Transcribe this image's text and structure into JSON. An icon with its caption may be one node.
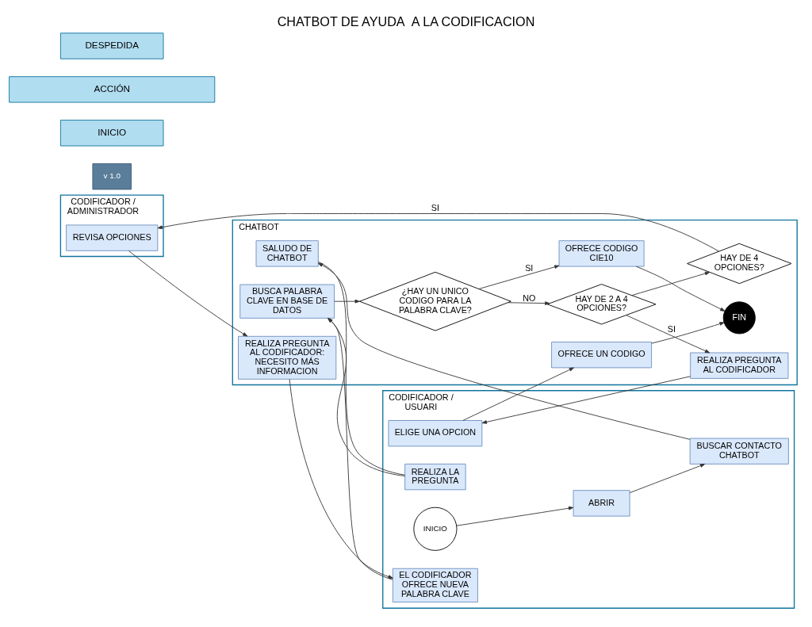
{
  "diagram": {
    "title": "CHATBOT DE AYUDA  A LA CODIFICACION",
    "nodes": [
      {
        "text": [
          "CODIFICADOR / USUARI"
        ]
      },
      {
        "text": [
          "INICIO"
        ],
        "in": 0
      },
      {
        "text": [
          "ABRIR"
        ],
        "in": 0
      },
      {
        "text": [
          "BUSCAR CONTACTO CHATBOT"
        ],
        "in": 0
      },
      {
        "text": [
          "REALIZA LA PREGUNTA"
        ],
        "in": 0
      },
      {
        "text": [
          "ELIGE UNA OPCION"
        ],
        "in": 0
      },
      {
        "text": [
          "EL CODIFICADOR OFRECE NUEVA PALABRA CLAVE"
        ],
        "in": 0
      },
      {
        "text": [
          "CHATBOT"
        ]
      },
      {
        "text": [
          "SALUDO DE CHATBOT"
        ],
        "in": 7
      },
      {
        "text": [
          "BUSCA PALABRA CLAVE EN BASE DE DATOS"
        ],
        "in": 7
      },
      {
        "text": [
          "OFRECE CODIGO CIE10"
        ],
        "in": 7
      },
      {
        "text": [
          "FIN"
        ],
        "in": 7
      },
      {
        "text": [
          "¿HAY UN UNICO CODIGO PARA LA PALABRA CLAVE?"
        ],
        "in": 7
      },
      {
        "text": [
          "REALIZA PREGUNTA AL CODIFICADOR"
        ],
        "in": 7
      },
      {
        "text": [
          "OFRECE UN CODIGO"
        ],
        "in": 7
      },
      {
        "text": [
          "HAY DE 2 A 4 OPCIONES?"
        ],
        "in": 7
      },
      {
        "text": [
          "REALIZA PREGUNTA AL CODIFICADOR: NECESITO MÁS INFORMACION"
        ],
        "in": 7
      },
      {
        "text": [
          "HAY DE 4 OPCIONES?"
        ],
        "in": 7
      },
      {
        "text": [
          "CODIFICADOR / ADMINISTRADOR"
        ]
      },
      {
        "text": [
          "REVISA OPCIONES"
        ],
        "in": 18
      },
      {
        "text": [
          "v 1.0"
        ]
      },
      {
        "text": [
          "INICIO"
        ]
      },
      {
        "text": [
          "ACCIÓN"
        ]
      },
      {
        "text": [
          "DESPEDIDA"
        ]
      }
    ],
    "edges": [
      {
        "from": 1,
        "to": 2,
        "arrow": "to"
      },
      {
        "from": 2,
        "to": 3,
        "arrow": "to"
      },
      {
        "from": 3,
        "to": 8,
        "arrow": "to"
      },
      {
        "from": 8,
        "to": 4,
        "arrow": "none"
      },
      {
        "from": 4,
        "to": 9,
        "arrow": "to"
      },
      {
        "from": 6,
        "to": 9,
        "arrow": "to"
      },
      {
        "from": 9,
        "to": 12,
        "arrow": "to"
      },
      {
        "from": 12,
        "to": 10,
        "arrow": "to",
        "label": "SI"
      },
      {
        "from": 12,
        "to": 15,
        "arrow": "to",
        "label": "NO"
      },
      {
        "from": 10,
        "to": 11,
        "arrow": "to"
      },
      {
        "from": 15,
        "to": 13,
        "arrow": "to",
        "label": "SI"
      },
      {
        "from": 13,
        "to": 5,
        "arrow": "to"
      },
      {
        "from": 5,
        "to": 14,
        "arrow": "to"
      },
      {
        "from": 14,
        "to": 11,
        "arrow": "to"
      },
      {
        "from": 15,
        "to": 17,
        "arrow": "to"
      },
      {
        "from": 17,
        "to": 19,
        "arrow": "to",
        "label": "SI"
      },
      {
        "from": 19,
        "to": 16,
        "arrow": "to"
      },
      {
        "from": 16,
        "to": 6,
        "arrow": "to"
      }
    ]
  }
}
